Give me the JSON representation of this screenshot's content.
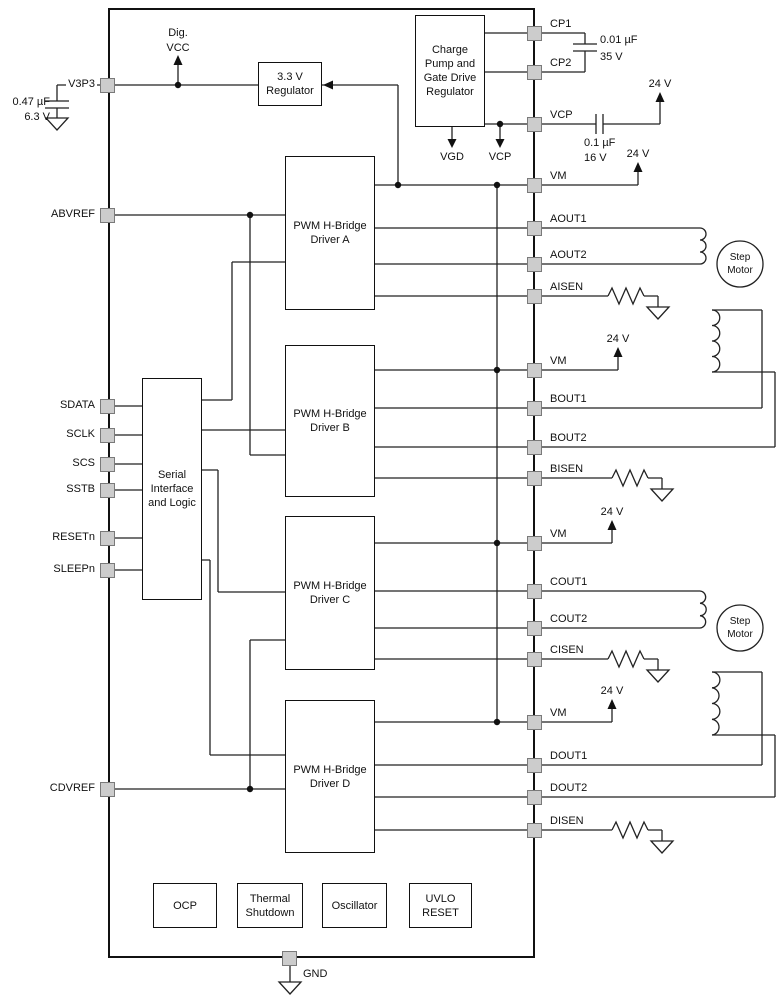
{
  "ic": {
    "blocks": {
      "regulator": "3.3 V Regulator",
      "charge_pump": "Charge Pump and Gate Drive Regulator",
      "driver_a": "PWM H-Bridge Driver A",
      "driver_b": "PWM H-Bridge Driver B",
      "driver_c": "PWM H-Bridge Driver C",
      "driver_d": "PWM H-Bridge Driver D",
      "serial": "Serial Interface and Logic",
      "ocp": "OCP",
      "thermal": "Thermal Shutdown",
      "oscillator": "Oscillator",
      "uvlo": "UVLO RESET"
    }
  },
  "pins": {
    "left": [
      "V3P3",
      "ABVREF",
      "SDATA",
      "SCLK",
      "SCS",
      "SSTB",
      "RESETn",
      "SLEEPn",
      "CDVREF"
    ],
    "right": [
      "CP1",
      "CP2",
      "VCP",
      "VM",
      "AOUT1",
      "AOUT2",
      "AISEN",
      "VM",
      "BOUT1",
      "BOUT2",
      "BISEN",
      "VM",
      "COUT1",
      "COUT2",
      "CISEN",
      "VM",
      "DOUT1",
      "DOUT2",
      "DISEN"
    ],
    "bottom": "GND"
  },
  "nets": {
    "dig_vcc": "Dig. VCC",
    "vgd": "VGD",
    "vcp": "VCP"
  },
  "components": {
    "c_v3p3": {
      "value": "0.47 µF",
      "rating": "6.3 V"
    },
    "c_cp": {
      "value": "0.01 µF",
      "rating": "35 V"
    },
    "c_vcp": {
      "value": "0.1 µF",
      "rating": "16 V"
    },
    "supply": "24 V",
    "motor": "Step Motor"
  }
}
